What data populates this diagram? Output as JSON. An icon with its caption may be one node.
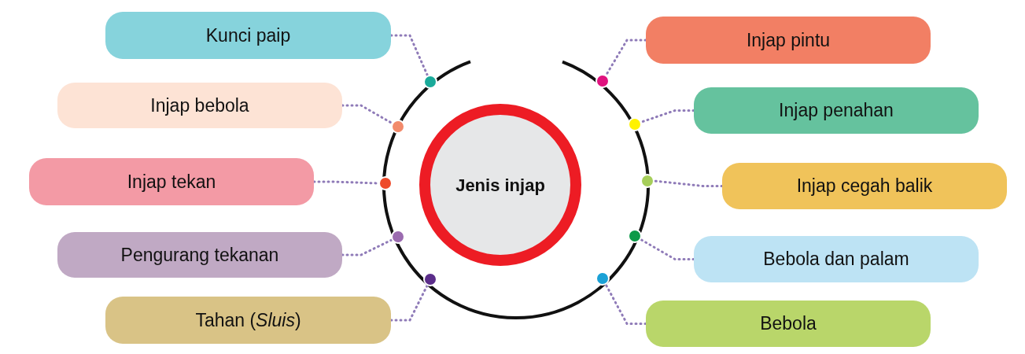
{
  "diagram": {
    "nodes": [
      {
        "text": [
          "Jenis injap"
        ]
      },
      {
        "text": [
          "Kunci paip"
        ]
      },
      {
        "text": [
          "Injap bebola"
        ]
      },
      {
        "text": [
          "Injap tekan"
        ]
      },
      {
        "text": [
          "Pengurang tekanan"
        ]
      },
      {
        "text": [
          "Tahan (*Sluis*)"
        ]
      },
      {
        "text": [
          "Injap pintu"
        ]
      },
      {
        "text": [
          "Injap penahan"
        ]
      },
      {
        "text": [
          "Injap cegah balik"
        ]
      },
      {
        "text": [
          "Bebola dan palam"
        ]
      },
      {
        "text": [
          "Bebola"
        ]
      },
      {
        "text": [],
        "shape": "circle"
      },
      {
        "text": [],
        "shape": "circle"
      },
      {
        "text": [],
        "shape": "circle"
      },
      {
        "text": [],
        "shape": "circle"
      },
      {
        "text": [],
        "shape": "circle"
      },
      {
        "text": [],
        "shape": "circle"
      },
      {
        "text": [],
        "shape": "circle"
      },
      {
        "text": [],
        "shape": "circle"
      },
      {
        "text": [],
        "shape": "circle"
      },
      {
        "text": [],
        "shape": "circle"
      }
    ],
    "edges": [
      {
        "from": 1,
        "to": 11,
        "arrow": "none"
      },
      {
        "from": 2,
        "to": 12,
        "arrow": "none"
      },
      {
        "from": 3,
        "to": 13,
        "arrow": "none"
      },
      {
        "from": 4,
        "to": 14,
        "arrow": "none"
      },
      {
        "from": 5,
        "to": 15,
        "arrow": "none"
      },
      {
        "from": 6,
        "to": 16,
        "arrow": "none"
      },
      {
        "from": 7,
        "to": 17,
        "arrow": "none"
      },
      {
        "from": 8,
        "to": 18,
        "arrow": "none"
      },
      {
        "from": 9,
        "to": 19,
        "arrow": "none"
      },
      {
        "from": 10,
        "to": 20,
        "arrow": "none"
      }
    ]
  }
}
